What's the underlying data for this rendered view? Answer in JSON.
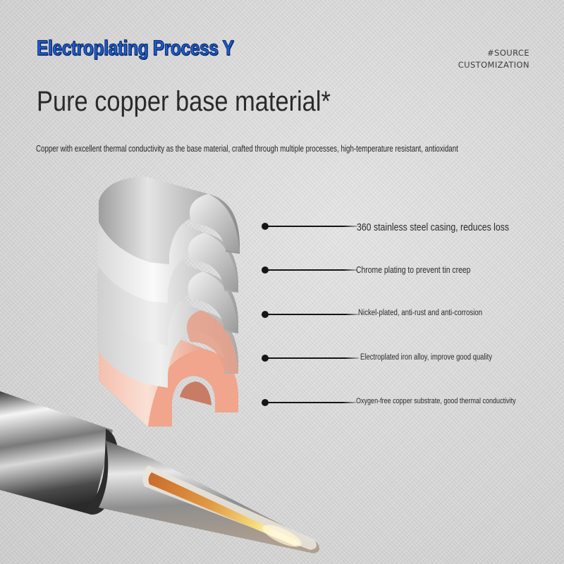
{
  "header": {
    "title": "Electroplating Process Y",
    "tag_line1": "#SOURCE",
    "tag_line2": "CUSTOMIZATION"
  },
  "headline": "Pure copper base material*",
  "description": "Copper with excellent thermal conductivity as the base material, crafted through multiple processes, high-temperature resistant, antioxidant",
  "layers": [
    {
      "label": "360 stainless steel casing, reduces loss",
      "color": "#bdbdbd"
    },
    {
      "label": "Chrome plating to prevent tin creep",
      "color": "#e8e8e8"
    },
    {
      "label": "Nickel-plated, anti-rust and anti-corrosion",
      "color": "#dedede"
    },
    {
      "label": "Electroplated iron alloy, improve good quality",
      "color": "#d8d8d8"
    },
    {
      "label": "Oxygen-free copper substrate, good thermal conductivity",
      "color": "#f2b6a1"
    }
  ],
  "colors": {
    "title_fill": "#1f5fd6",
    "title_outline": "#0b2a66",
    "copper": "#f0a58c",
    "text_dark": "#2a2a2a"
  }
}
